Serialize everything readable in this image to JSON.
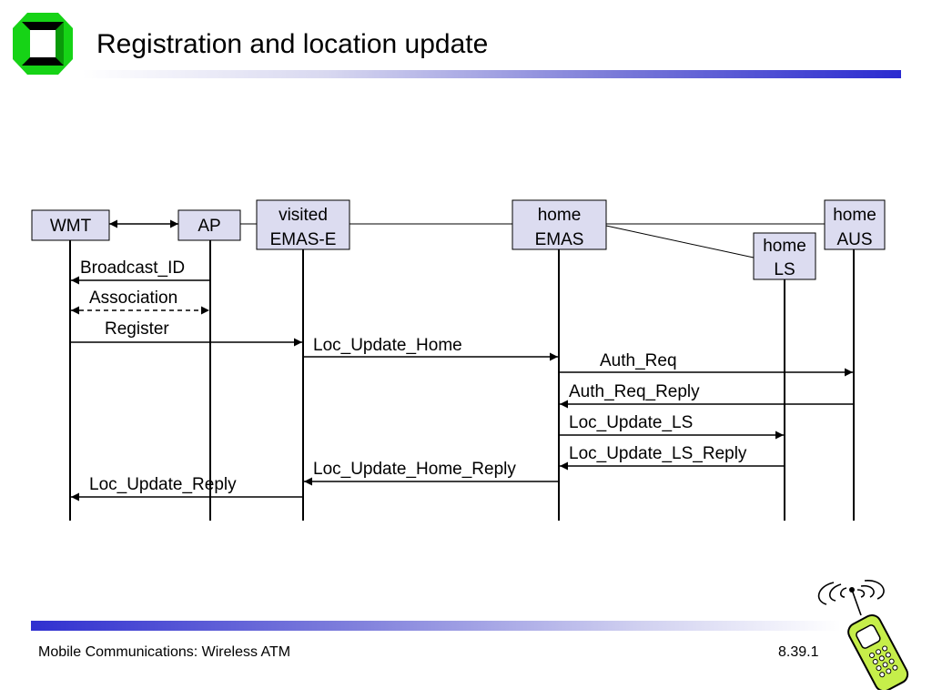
{
  "slide": {
    "title": "Registration and location update",
    "footer_left": "Mobile Communications: Wireless ATM",
    "footer_right": "8.39.1"
  },
  "entities": {
    "wmt": "WMT",
    "ap": "AP",
    "visited_emas_e": [
      "visited",
      "EMAS-E"
    ],
    "home_emas": [
      "home",
      "EMAS"
    ],
    "home_ls": [
      "home",
      "LS"
    ],
    "home_aus": [
      "home",
      "AUS"
    ]
  },
  "messages": [
    {
      "label": "Broadcast_ID",
      "from": "AP",
      "to": "WMT",
      "style": "solid"
    },
    {
      "label": "Association",
      "from": "WMT",
      "to": "AP",
      "style": "dashed-bidirectional"
    },
    {
      "label": "Register",
      "from": "WMT",
      "to": "visited EMAS-E",
      "style": "solid"
    },
    {
      "label": "Loc_Update_Home",
      "from": "visited EMAS-E",
      "to": "home EMAS",
      "style": "solid"
    },
    {
      "label": "Auth_Req",
      "from": "home EMAS",
      "to": "home AUS",
      "style": "solid"
    },
    {
      "label": "Auth_Req_Reply",
      "from": "home AUS",
      "to": "home EMAS",
      "style": "solid"
    },
    {
      "label": "Loc_Update_LS",
      "from": "home EMAS",
      "to": "home LS",
      "style": "solid"
    },
    {
      "label": "Loc_Update_LS_Reply",
      "from": "home LS",
      "to": "home EMAS",
      "style": "solid"
    },
    {
      "label": "Loc_Update_Home_Reply",
      "from": "home EMAS",
      "to": "visited EMAS-E",
      "style": "solid"
    },
    {
      "label": "Loc_Update_Reply",
      "from": "visited EMAS-E",
      "to": "WMT",
      "style": "solid"
    }
  ],
  "colors": {
    "logo_green": "#16d316",
    "entity_fill": "#dcdcf0",
    "bar_blue": "#2a2ad0",
    "phone_green": "#c6ee4a"
  }
}
